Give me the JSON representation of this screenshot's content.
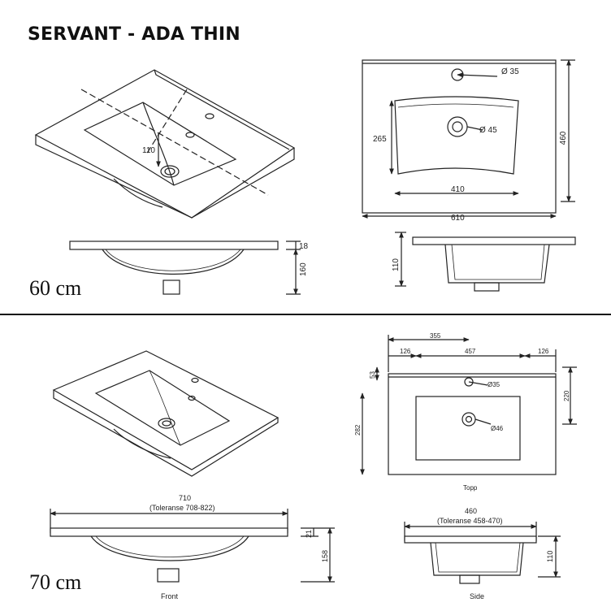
{
  "title": "SERVANT - ADA THIN",
  "section_60": {
    "size_label": "60 cm",
    "iso_dims": {
      "depth_marker": "110"
    },
    "top_view": {
      "tap_hole": "Ø 35",
      "drain": "Ø 45",
      "basin_depth": "265",
      "total_depth": "460",
      "basin_width": "410",
      "total_width": "610"
    },
    "front_view": {
      "rim": "18",
      "height": "160"
    },
    "side_view": {
      "depth": "110"
    }
  },
  "section_70": {
    "size_label": "70 cm",
    "top_view": {
      "offset_top": "355",
      "left_margin": "126",
      "basin_width": "457",
      "right_margin": "126",
      "rim_depth": "53",
      "tap_hole": "Ø35",
      "drain": "Ø46",
      "basin_depth": "220",
      "total_depth": "282",
      "caption": "Topp"
    },
    "front_view": {
      "width": "710",
      "tolerance": "(Toleranse 708-822)",
      "rim": "21",
      "height": "158",
      "caption": "Front"
    },
    "side_view": {
      "width": "460",
      "tolerance": "(Toleranse 458-470)",
      "depth": "110",
      "caption": "Side"
    }
  }
}
